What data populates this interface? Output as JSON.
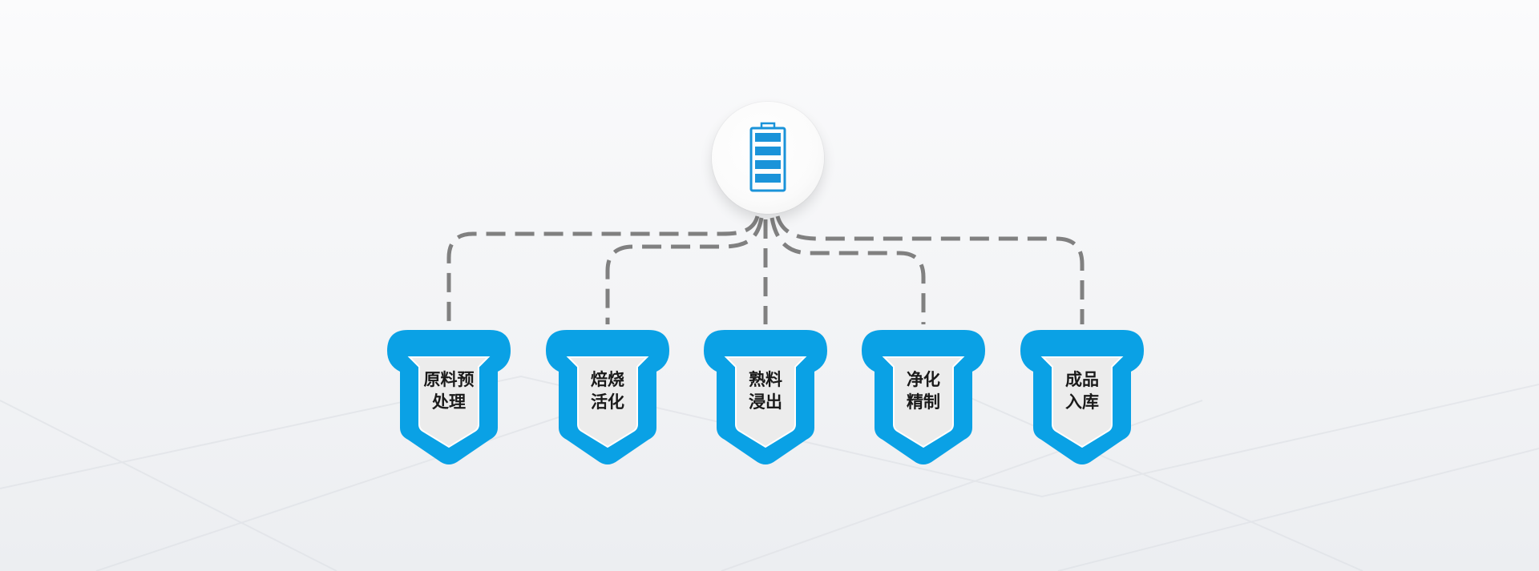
{
  "center_node": {
    "icon": "battery-icon",
    "accent_color": "#1a93d9"
  },
  "process_steps": [
    {
      "line1": "原料预",
      "line2": "处理"
    },
    {
      "line1": "焙烧",
      "line2": "活化"
    },
    {
      "line1": "熟料",
      "line2": "浸出"
    },
    {
      "line1": "净化",
      "line2": "精制"
    },
    {
      "line1": "成品",
      "line2": "入库"
    }
  ],
  "colors": {
    "shield_blue": "#0aa1e5",
    "shield_light": "#ececec",
    "connector": "#808080"
  }
}
